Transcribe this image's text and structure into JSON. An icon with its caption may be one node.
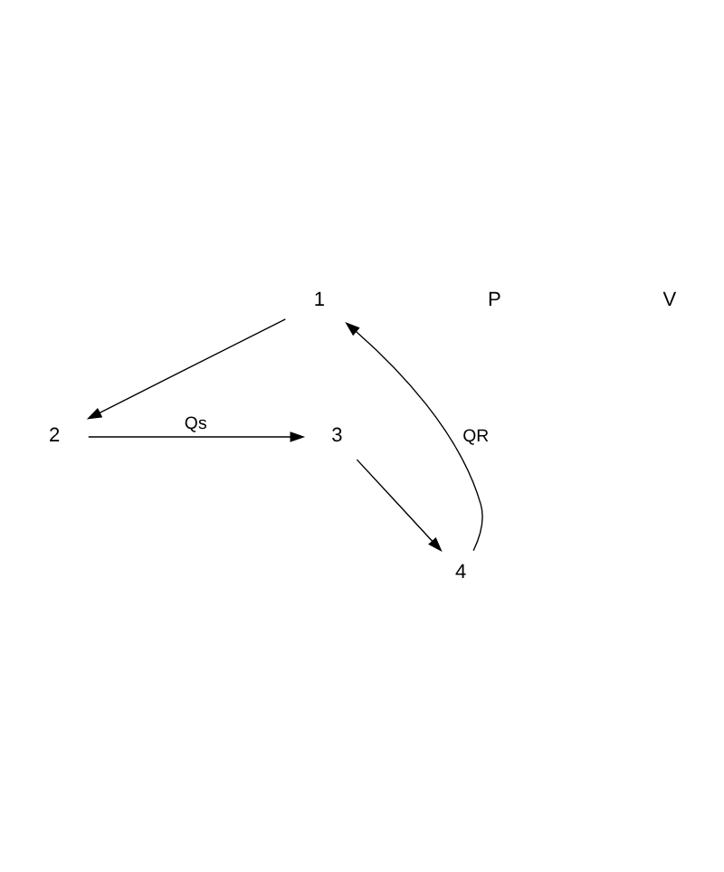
{
  "diagram": {
    "nodes": [
      {
        "text": [
          "1"
        ]
      },
      {
        "text": [
          "2"
        ]
      },
      {
        "text": [
          "3"
        ]
      },
      {
        "text": [
          "4"
        ]
      }
    ],
    "edges": [
      {
        "from": 0,
        "to": 1,
        "arrow": "to"
      },
      {
        "from": 1,
        "to": 2,
        "arrow": "to",
        "label": "Qs"
      },
      {
        "from": 2,
        "to": 3,
        "arrow": "to"
      },
      {
        "from": 3,
        "to": 0,
        "arrow": "to",
        "label": "QR"
      }
    ],
    "labels": [
      "P",
      "V"
    ]
  }
}
